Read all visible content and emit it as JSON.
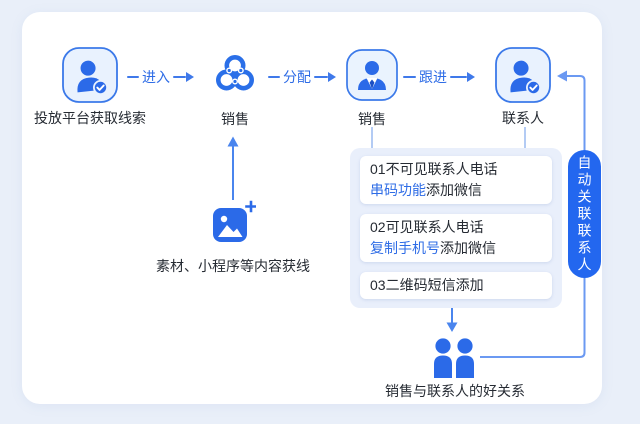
{
  "colors": {
    "accent_blue": "#2e6ce6",
    "flow_line_blue": "#3f79ea",
    "loop_line_blue": "#6b99f2",
    "pill_blue": "#2367ef",
    "panel_bg": "#e9effb",
    "icon_blue": "#2b6ae8",
    "text_dark": "#262b33"
  },
  "flow": {
    "nodes": [
      {
        "label": "投放平台获取线索",
        "icon": "user-check-icon"
      },
      {
        "label": "销售",
        "icon": "wecom-logo-icon"
      },
      {
        "label": "销售",
        "icon": "salesperson-icon"
      },
      {
        "label": "联系人",
        "icon": "user-check-icon"
      }
    ],
    "arrows": [
      {
        "label": "进入"
      },
      {
        "label": "分配"
      },
      {
        "label": "跟进"
      }
    ]
  },
  "content_source": {
    "label": "素材、小程序等内容获线",
    "icon": "image-add-icon"
  },
  "add_methods": {
    "items": [
      {
        "title": "01不可见联系人电话",
        "highlight": "串码功能",
        "suffix": "添加微信"
      },
      {
        "title": "02可见联系人电话",
        "highlight": "复制手机号",
        "suffix": "添加微信"
      },
      {
        "title": "03二维码短信添加",
        "highlight": "",
        "suffix": ""
      }
    ]
  },
  "side_badge": {
    "label": "自动关联联系人"
  },
  "result": {
    "label": "销售与联系人的好关系",
    "icon": "two-users-icon"
  }
}
